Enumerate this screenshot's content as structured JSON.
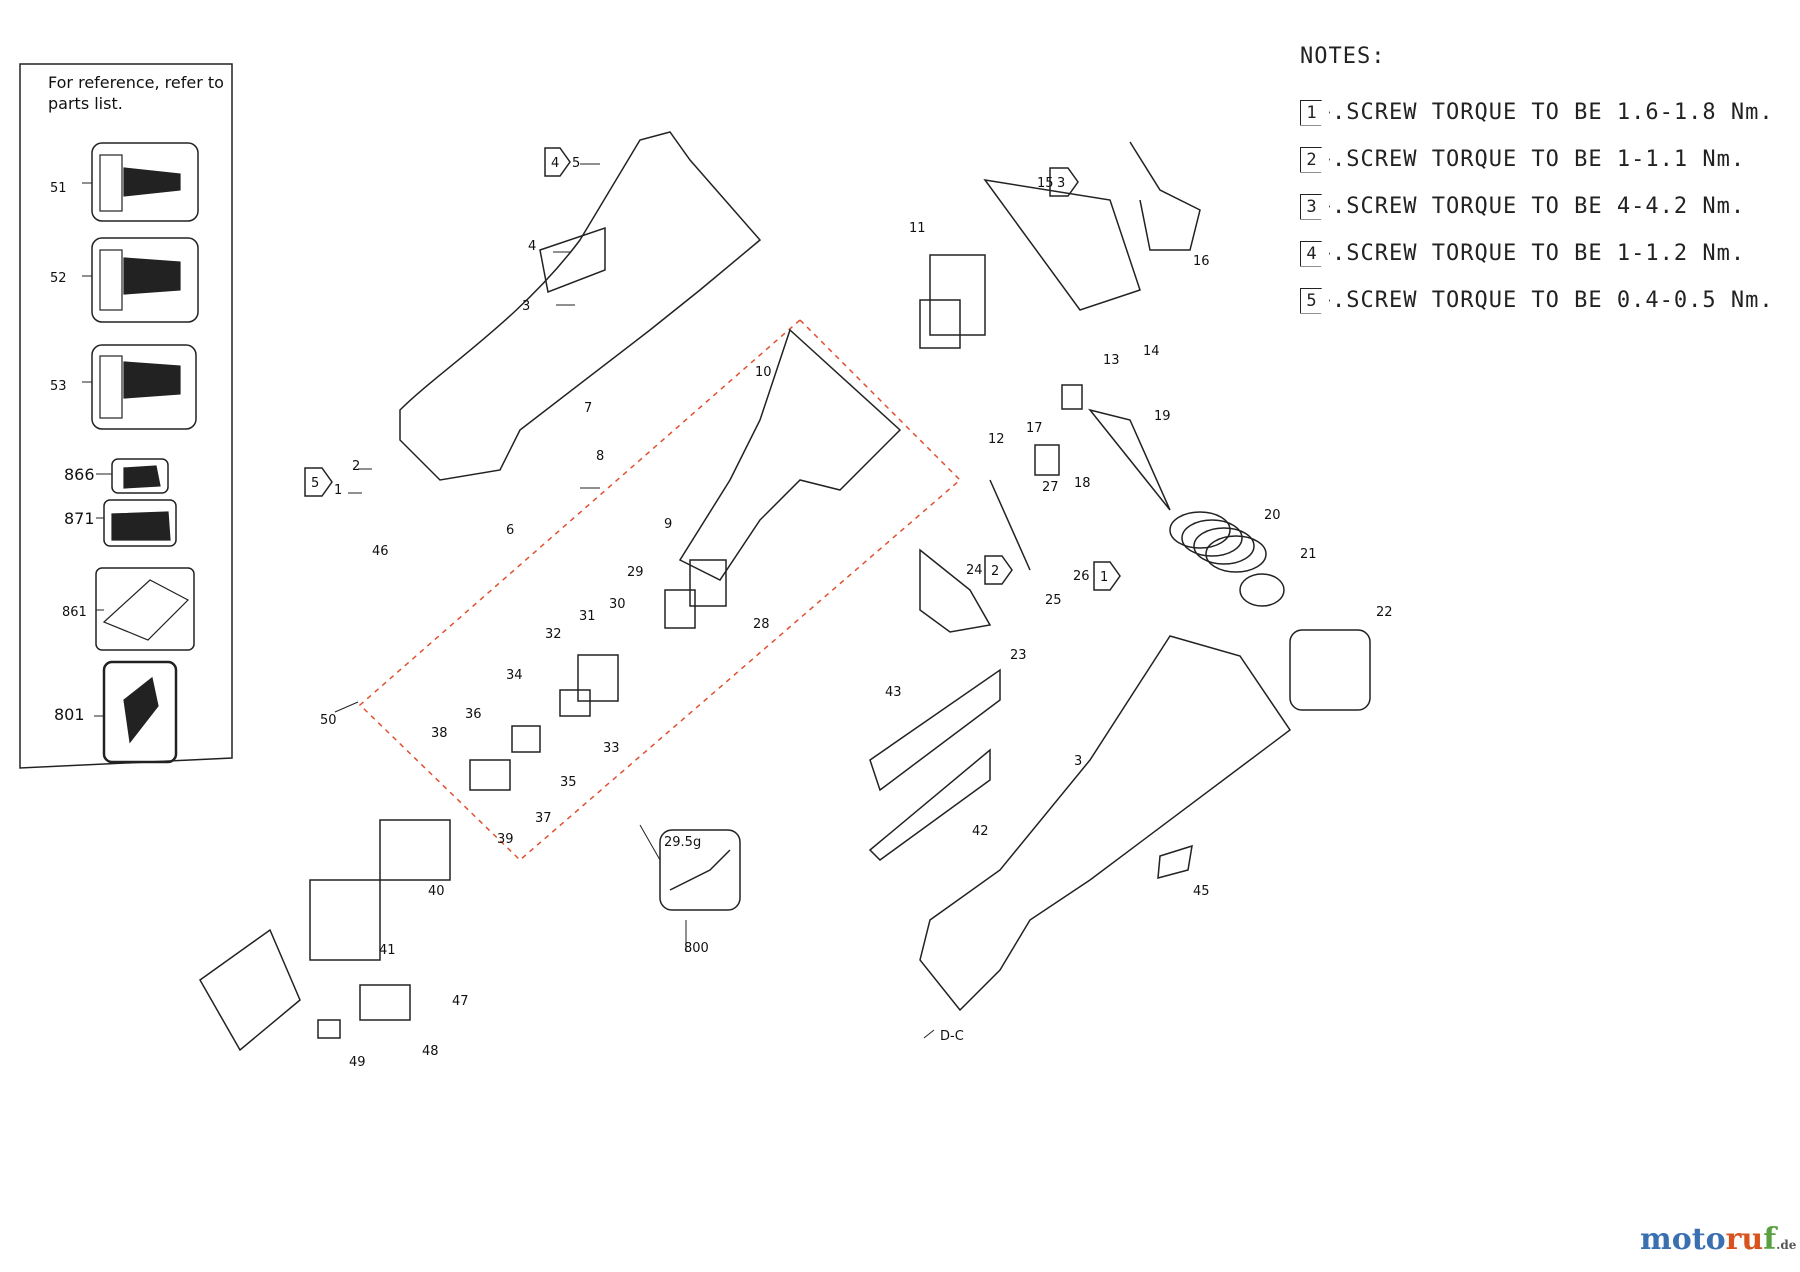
{
  "notes": {
    "title": "NOTES:",
    "items": [
      {
        "num": "1",
        "text": ".SCREW TORQUE TO BE 1.6-1.8 Nm."
      },
      {
        "num": "2",
        "text": ".SCREW TORQUE TO BE 1-1.1 Nm."
      },
      {
        "num": "3",
        "text": ".SCREW TORQUE TO BE 4-4.2 Nm."
      },
      {
        "num": "4",
        "text": ".SCREW TORQUE TO BE 1-1.2 Nm."
      },
      {
        "num": "5",
        "text": ".SCREW TORQUE TO BE 0.4-0.5 Nm."
      }
    ]
  },
  "reference_box": {
    "note": "For reference, refer to parts list.",
    "items": [
      "51",
      "52",
      "53",
      "866",
      "871",
      "861",
      "801"
    ]
  },
  "part_labels": {
    "p1": "1",
    "p2": "2",
    "p3a": "3",
    "p4": "4",
    "p5": "5",
    "p6": "6",
    "p7": "7",
    "p8": "8",
    "p9": "9",
    "p10": "10",
    "p11": "11",
    "p12": "12",
    "p13": "13",
    "p14": "14",
    "p15": "15",
    "p16": "16",
    "p17": "17",
    "p18": "18",
    "p19": "19",
    "p20": "20",
    "p21": "21",
    "p22": "22",
    "p23": "23",
    "p24": "24",
    "p25": "25",
    "p26": "26",
    "p27": "27",
    "p28": "28",
    "p29": "29",
    "p30": "30",
    "p31": "31",
    "p32": "32",
    "p33": "33",
    "p34": "34",
    "p35": "35",
    "p36": "36",
    "p37": "37",
    "p38": "38",
    "p39": "39",
    "p40": "40",
    "p41": "41",
    "p42": "42",
    "p43": "43",
    "p45": "45",
    "p46": "46",
    "p47": "47",
    "p48": "48",
    "p49": "49",
    "p50": "50",
    "p3b": "3",
    "p800": "800",
    "dc": "D-C"
  },
  "torque_tags": {
    "t4": "4",
    "t5": "5",
    "t3": "3",
    "t2": "2",
    "t1": "1"
  },
  "grease": {
    "amount": "29.5g"
  },
  "watermark": {
    "a": "moto",
    "b": "ru",
    "c": "f",
    "tld": ".de"
  }
}
